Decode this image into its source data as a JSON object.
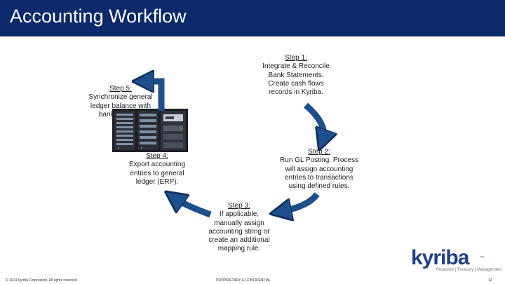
{
  "title": "Accounting Workflow",
  "steps": [
    {
      "id": "step1",
      "heading": "Step 1:",
      "text": "Integrate & Reconcile\nBank Statements.\nCreate cash flows\nrecords in Kyriba."
    },
    {
      "id": "step2",
      "heading": "Step 2:",
      "text": "Run GL Posting. Process\nwill assign accounting\nentries to transactions\nusing defined rules."
    },
    {
      "id": "step3",
      "heading": "Step 3:",
      "text": "If applicable,\nmanually assign\naccounting string or\ncreate an additional\nmapping rule."
    },
    {
      "id": "step4",
      "heading": "Step 4:",
      "text": "Export accounting\nentries to general\nledger (ERP)."
    },
    {
      "id": "step5",
      "heading": "Step 5:",
      "text": "Synchronize general\nledger balance with\nbank balance."
    }
  ],
  "logo": {
    "word": "kyriba",
    "trademark": "™",
    "tagline": "Proactive | Treasury | Management"
  },
  "footer": {
    "left": "© 2014 Kyriba Corporation. All rights reserved.",
    "center": "PROPRIETARY & CONFIDENTIAL",
    "page": "12"
  },
  "colors": {
    "title_bar": "#0c2a6b",
    "arrow": "#1f4e8c",
    "arrow_outline": "#0f2f5c",
    "logo": "#1f3f86"
  }
}
